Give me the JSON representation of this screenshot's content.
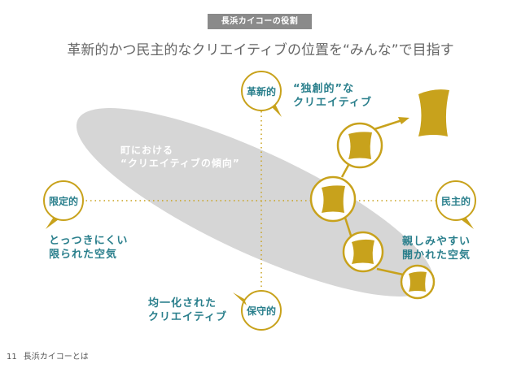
{
  "header": {
    "badge": "長浜カイコーの役割",
    "headline": "革新的かつ民主的なクリエイティブの位置を“みんな”で目指す"
  },
  "axes": {
    "top": "革新的",
    "bottom": "保守的",
    "left": "限定的",
    "right": "民主的"
  },
  "annotations": {
    "ellipse_label": "町における\n“クリエイティブの傾向”",
    "top_right": "“独創的”な\nクリエイティブ",
    "left_bottom": "とっつきにくい\n限られた空気",
    "right_bottom": "親しみやすい\n開かれた空気",
    "bottom": "均一化された\nクリエイティブ"
  },
  "colors": {
    "teal": "#2a7f8c",
    "gold": "#c8a21c",
    "ellipse": "#d6d6d6",
    "bubble_fill": "#ffffff"
  },
  "footer": {
    "page_number": "11",
    "title": "長浜カイコーとは"
  }
}
